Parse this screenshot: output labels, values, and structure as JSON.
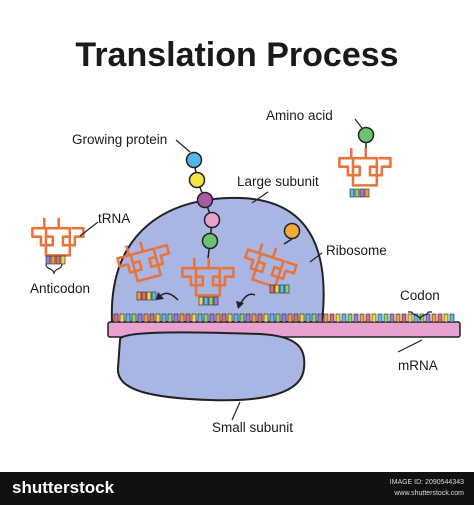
{
  "title": "Translation Process",
  "labels": {
    "amino_acid": "Amino acid",
    "growing_protein": "Growing protein",
    "large_subunit": "Large subunit",
    "trna": "tRNA",
    "ribosome": "Ribosome",
    "anticodon": "Anticodon",
    "codon": "Codon",
    "mrna": "mRNA",
    "small_subunit": "Small subunit"
  },
  "colors": {
    "ribosome": "#a9b6e4",
    "mrna": "#e8a2d0",
    "trna": "#e8743b",
    "amino_cyan": "#52b8e6",
    "amino_yellow": "#f4e44a",
    "amino_purple": "#a85aa8",
    "amino_green": "#6cc272",
    "amino_orange": "#f5a93b",
    "codon_colors": [
      "#e86a6a",
      "#f2d44a",
      "#5bbde8",
      "#8fd17a",
      "#a77bd1",
      "#f29a4a"
    ]
  },
  "footer": {
    "brand": "shutterstock",
    "image_id": "IMAGE ID: 2090544343",
    "site": "www.shutterstock.com"
  }
}
